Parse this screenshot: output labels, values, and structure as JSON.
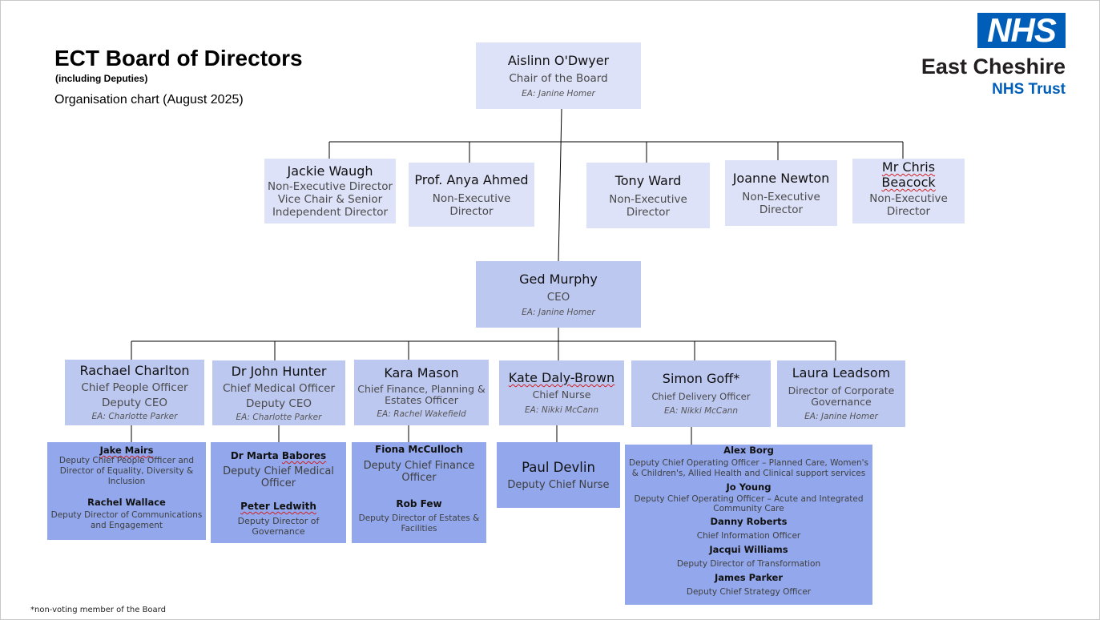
{
  "header": {
    "title": "ECT Board of Directors",
    "subtitle": "(including Deputies)",
    "description": "Organisation chart (August 2025)"
  },
  "logo": {
    "badge": "NHS",
    "name": "East Cheshire",
    "trust": "NHS Trust",
    "brand_color": "#005eb8"
  },
  "chair": {
    "name": "Aislinn O'Dwyer",
    "title": "Chair of the Board",
    "ea": "EA: Janine Homer"
  },
  "ned": [
    {
      "name": "Jackie Waugh",
      "title_lines": [
        "Non-Executive Director",
        "Vice Chair & Senior",
        "Independent Director"
      ]
    },
    {
      "name": "Prof. Anya Ahmed",
      "title_lines": [
        "Non-Executive",
        "Director"
      ]
    },
    {
      "name": "Tony Ward",
      "title_lines": [
        "Non-Executive",
        "Director"
      ]
    },
    {
      "name": "Joanne Newton",
      "title_lines": [
        "Non-Executive",
        "Director"
      ]
    },
    {
      "name": "Mr Chris Beacock",
      "title_lines": [
        "Non-Executive",
        "Director"
      ]
    }
  ],
  "ceo": {
    "name": "Ged Murphy",
    "title": "CEO",
    "ea": "EA: Janine Homer"
  },
  "execs": [
    {
      "name": "Rachael Charlton",
      "title_lines": [
        "Chief People Officer",
        "Deputy CEO"
      ],
      "ea": "EA: Charlotte Parker"
    },
    {
      "name": "Dr John Hunter",
      "title_lines": [
        "Chief Medical Officer",
        "Deputy CEO"
      ],
      "ea": "EA: Charlotte Parker"
    },
    {
      "name": "Kara Mason",
      "title_lines": [
        "Chief Finance, Planning &",
        "Estates Officer"
      ],
      "ea": "EA: Rachel Wakefield"
    },
    {
      "name": "Kate Daly-Brown",
      "title_lines": [
        "Chief Nurse"
      ],
      "ea": "EA: Nikki McCann"
    },
    {
      "name": "Simon Goff*",
      "title_lines": [
        "Chief Delivery Officer"
      ],
      "ea": "EA: Nikki McCann"
    },
    {
      "name": "Laura Leadsom",
      "title_lines": [
        "Director of Corporate",
        "Governance"
      ],
      "ea": "EA: Janine Homer"
    }
  ],
  "deputies": {
    "people": [
      {
        "name": "Jake Mairs",
        "title_lines": [
          "Deputy Chief People Officer and",
          "Director of Equality, Diversity  &",
          "Inclusion"
        ]
      },
      {
        "name": "Rachel Wallace",
        "title_lines": [
          "Deputy Director of Communications",
          "and Engagement"
        ]
      }
    ],
    "medical": [
      {
        "name": "Dr Marta Babores",
        "title_lines": [
          "Deputy Chief Medical",
          "Officer"
        ]
      },
      {
        "name": "Peter Ledwith",
        "title_lines": [
          "Deputy Director of Governance"
        ]
      }
    ],
    "finance": [
      {
        "name": "Fiona McCulloch",
        "title_lines": [
          "Deputy Chief Finance",
          "Officer"
        ]
      },
      {
        "name": "Rob Few",
        "title_lines": [
          "Deputy Director of Estates &",
          "Facilities"
        ]
      }
    ],
    "nursing": [
      {
        "name": "Paul Devlin",
        "title_lines": [
          "Deputy Chief Nurse"
        ]
      }
    ],
    "delivery": [
      {
        "name": "Alex Borg",
        "title_lines": [
          "Deputy Chief Operating Officer – Planned Care, Women's",
          "& Children's, Allied Health and Clinical support services"
        ]
      },
      {
        "name": "Jo Young",
        "title_lines": [
          "Deputy Chief Operating Officer – Acute and Integrated",
          "Community Care"
        ]
      },
      {
        "name": "Danny Roberts",
        "title_lines": [
          "Chief Information Officer"
        ]
      },
      {
        "name": "Jacqui Williams",
        "title_lines": [
          "Deputy Director of Transformation"
        ]
      },
      {
        "name": "James Parker",
        "title_lines": [
          "Deputy Chief Strategy Officer"
        ]
      }
    ]
  },
  "footnote": "*non-voting member of the Board",
  "colors": {
    "light": "#dde2f8",
    "mid": "#bdc8f1",
    "deep": "#93a8ec",
    "connector": "#000000"
  }
}
